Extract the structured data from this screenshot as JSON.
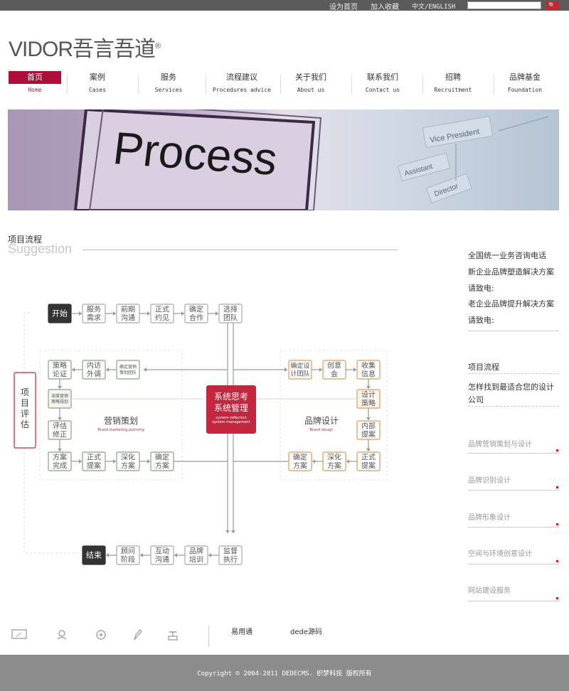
{
  "topbar": {
    "links": [
      "设为首页",
      "加入收藏",
      "中文/ENGLISH"
    ],
    "search_placeholder": "",
    "search_button_icon": "search-icon"
  },
  "logo": {
    "text": "VIDOR吾言吾道",
    "mark": "®"
  },
  "nav": [
    {
      "cn": "首页",
      "en": "Home",
      "active": true
    },
    {
      "cn": "案例",
      "en": "Cases"
    },
    {
      "cn": "服务",
      "en": "Services"
    },
    {
      "cn": "流程建议",
      "en": "Procedures advice"
    },
    {
      "cn": "关于我们",
      "en": "About us"
    },
    {
      "cn": "联系我们",
      "en": "Contact us"
    },
    {
      "cn": "招聘",
      "en": "Recruitment"
    },
    {
      "cn": "品牌基金",
      "en": "Foundation"
    }
  ],
  "banner": {
    "word": "Process",
    "labels": [
      "Vice President",
      "Assistant",
      "Director"
    ]
  },
  "section": {
    "title_cn": "项目流程",
    "title_en": "Suggestion"
  },
  "sidebar": {
    "contact": [
      "全国统一业务咨询电话",
      "新企业品牌塑造解决方案",
      "请致电:",
      "老企业品牌提升解决方案",
      "请致电:"
    ],
    "links": [
      "项目流程",
      "怎样找到最适合您的设计公司"
    ],
    "services": [
      "品牌营销策划与设计",
      "品牌识别设计",
      "品牌形象设计",
      "空间与环境创意设计",
      "网站建设服务"
    ]
  },
  "diagram": {
    "start": "开始",
    "end": "结束",
    "top_row": [
      "服务需求",
      "前期沟通",
      "正式约见",
      "确定合作",
      "选择团队"
    ],
    "left_col": [
      "策略论证",
      "深度营销策略规划",
      "评估修正",
      "方案完成"
    ],
    "left_top": [
      "内访外调",
      "确定营销策划团队"
    ],
    "left_bottom": [
      "正式提案",
      "深化方案",
      "确定方案"
    ],
    "right_top": [
      "确定设计团队",
      "创意会",
      "收集信息"
    ],
    "right_col": [
      "设计策略",
      "内部提案",
      "正式提案"
    ],
    "right_bottom": [
      "确定方案",
      "深化方案"
    ],
    "bottom_row": [
      "顾问阶段",
      "互动沟通",
      "品牌培训",
      "监督执行"
    ],
    "center": {
      "line1": "系统思考",
      "line2": "系统管理",
      "en1": "system reflection",
      "en2": "system management"
    },
    "left_group": {
      "cn": "营销策划",
      "en": "Brand marketing planning"
    },
    "right_group": {
      "cn": "品牌设计",
      "en": "Brand design"
    },
    "side_label": "项目评估"
  },
  "footer": {
    "icons": [
      "monitor-icon",
      "flower-icon",
      "phone-icon",
      "pencil-icon",
      "plant-icon"
    ],
    "links": [
      "易用通",
      "dede源码"
    ],
    "copyright": "Copyright © 2004-2011 DEDECMS. 织梦科技 版权所有"
  },
  "colors": {
    "accent": "#ae0f3a",
    "topbar": "#5b5b5b",
    "footer": "#8c8c8c",
    "orange": "#e39a5b",
    "green": "#8aa37a"
  }
}
